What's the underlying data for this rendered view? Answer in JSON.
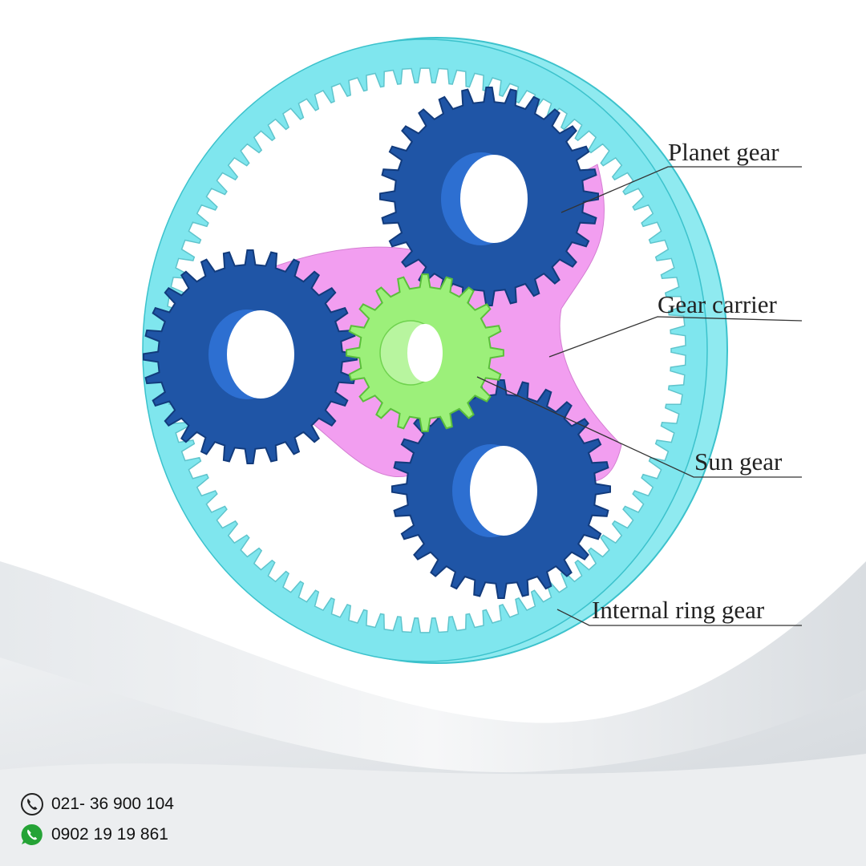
{
  "colors": {
    "ring": "#7fe6ee",
    "ring_edge": "#4ccfd8",
    "planet": "#1f55a6",
    "planet_dark": "#16438a",
    "planet_bore": "#2d6fd1",
    "sun": "#9cf07a",
    "sun_dark": "#6fd24e",
    "carrier": "#f29ef0",
    "bg_bars": "#d9dcdc",
    "phone_icon": "#222222",
    "whatsapp_icon": "#25a336"
  },
  "labels": {
    "planet_gear": "Planet gear",
    "gear_carrier": "Gear carrier",
    "sun_gear": "Sun gear",
    "internal_ring_gear": "Internal ring gear"
  },
  "contacts": {
    "phone": {
      "icon": "phone-icon",
      "text": "021- 36 900 104"
    },
    "whatsapp": {
      "icon": "whatsapp-icon",
      "text": "0902 19 19 861"
    }
  }
}
